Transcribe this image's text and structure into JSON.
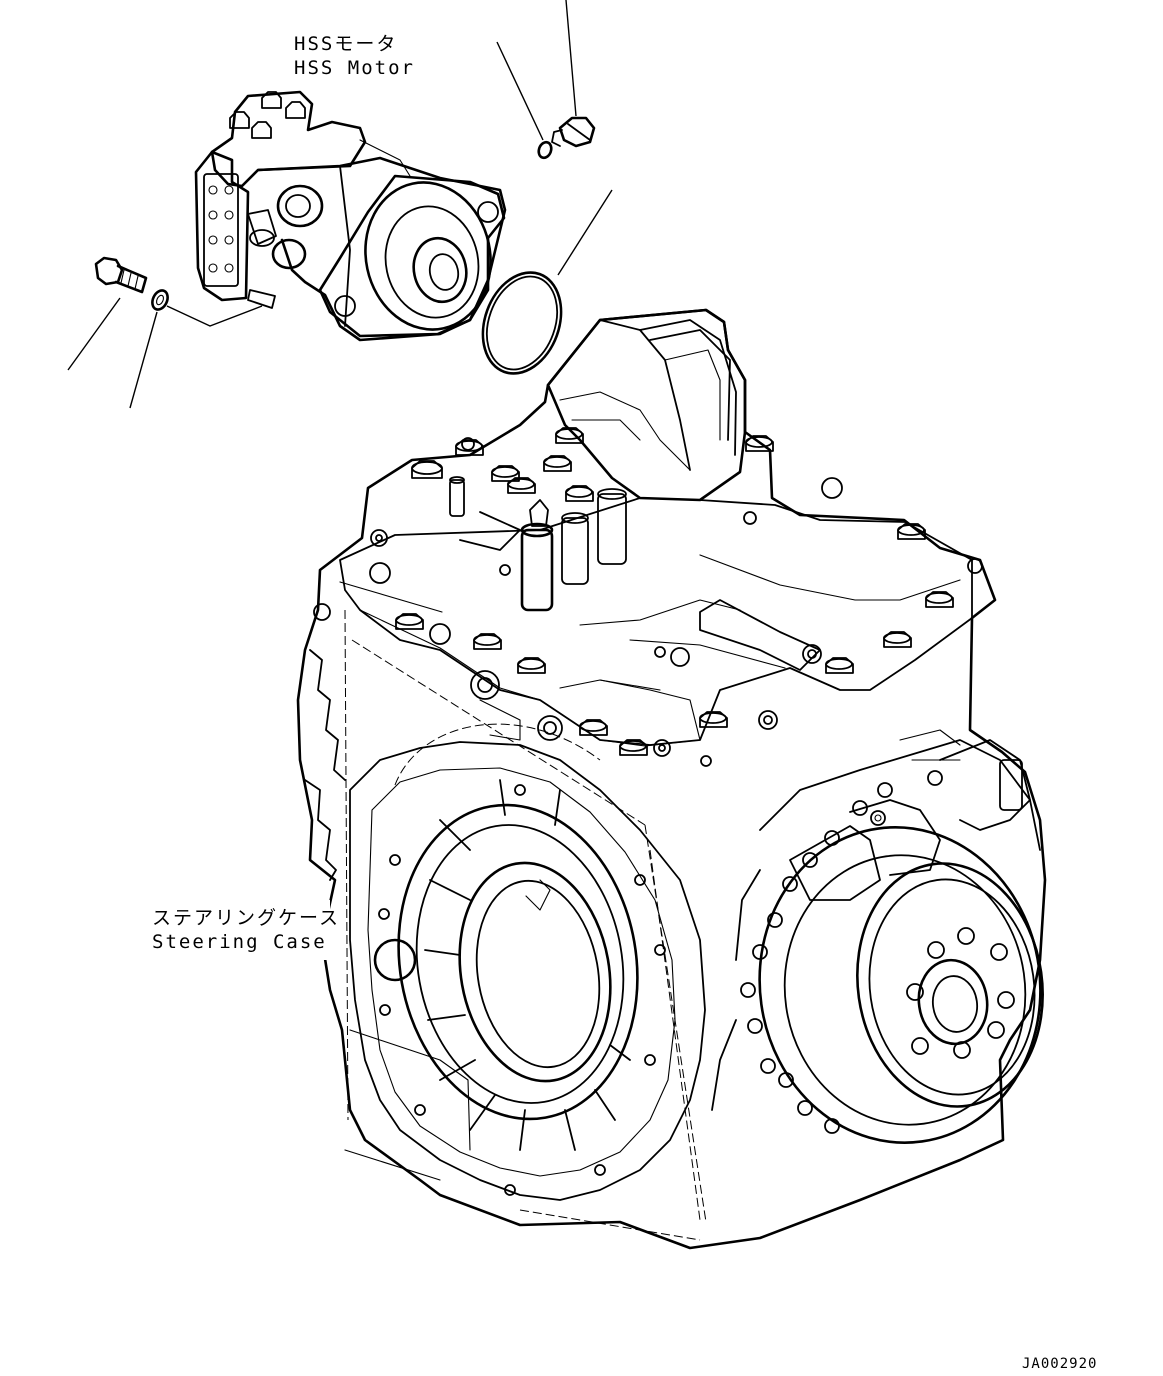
{
  "labels": {
    "hss_motor_jp": "HSSモータ",
    "hss_motor_en": "HSS Motor",
    "steering_case_jp": "ステアリングケース",
    "steering_case_en": "Steering Case",
    "drawing_code": "JA002920"
  }
}
